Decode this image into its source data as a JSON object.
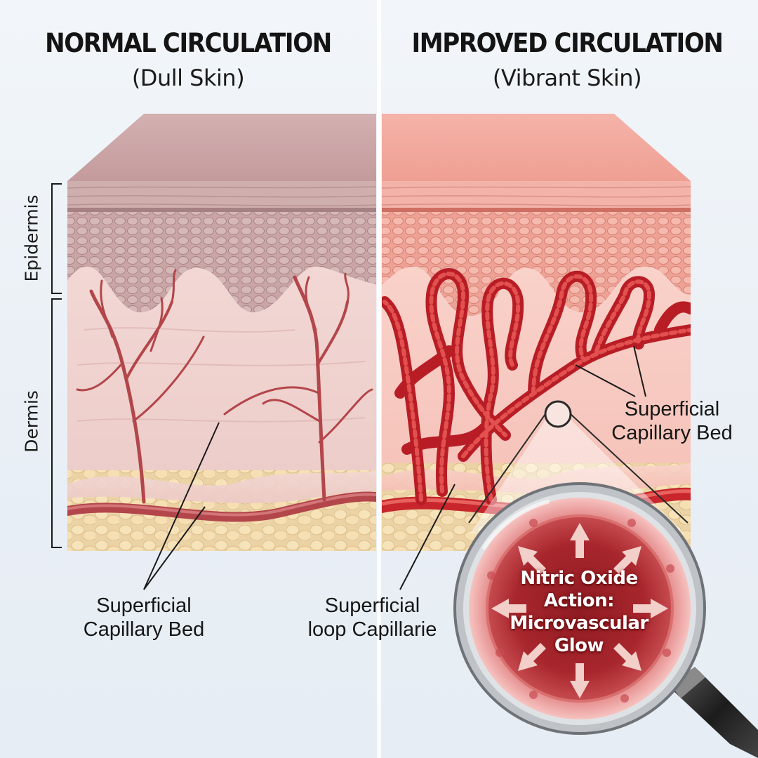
{
  "panels": {
    "left": {
      "title": "NORMAL CIRCULATION",
      "subtitle": "(Dull Skin)"
    },
    "right": {
      "title": "IMPROVED CIRCULATION",
      "subtitle": "(Vibrant Skin)"
    }
  },
  "layer_labels": {
    "epidermis": "Epidermis",
    "dermis": "Dermis"
  },
  "callouts": {
    "left_capillary": [
      "Superficial",
      "Capillary Bed"
    ],
    "right_capillary": [
      "Superficial",
      "Capillary Bed"
    ],
    "loop_capillaries": [
      "Superficial",
      "loop Capillarie"
    ]
  },
  "magnifier": {
    "lines": [
      "Nitric Oxide",
      "Action:",
      "Microvascular",
      "Glow"
    ]
  },
  "colors": {
    "dull_top": "#c7a2a3",
    "dull_dermis": "#efd0ce",
    "vibrant_top": "#f2a59a",
    "vibrant_dermis": "#f7c6bd",
    "vessel_dull": "#b3464a",
    "vessel_vibrant": "#d2262d",
    "fat": "#f4dcae",
    "magnifier_core": "#a5262c"
  }
}
